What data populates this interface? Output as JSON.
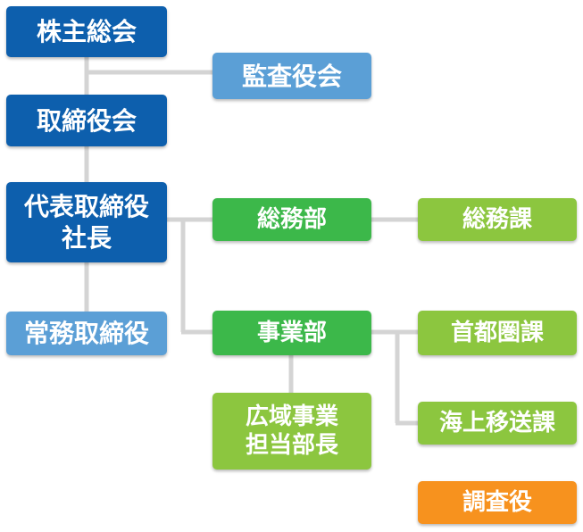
{
  "org_chart": {
    "shareholders_meeting": "株主総会",
    "audit_board": "監査役会",
    "board_of_directors": "取締役会",
    "president": [
      "代表取締役",
      "社長"
    ],
    "managing_director": "常務取締役",
    "general_affairs_dept": "総務部",
    "general_affairs_section": "総務課",
    "business_dept": "事業部",
    "regional_business_manager": [
      "広域事業",
      "担当部長"
    ],
    "metropolitan_section": "首都圏課",
    "overseas_transfer_section": "海上移送課",
    "investigator": "調査役"
  },
  "colors": {
    "dark_blue": "#0d5fad",
    "light_blue": "#5b9fd6",
    "green": "#3cb84a",
    "lime": "#8cc63f",
    "orange": "#f7921e",
    "connector": "#d4d4d4"
  }
}
